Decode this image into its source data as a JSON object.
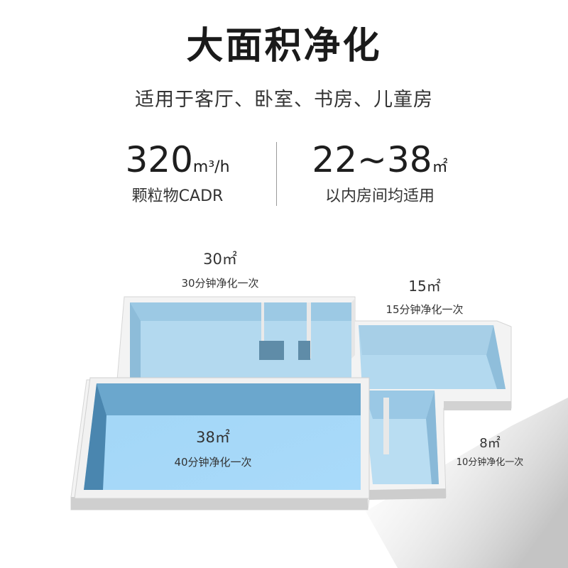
{
  "title": "大面积净化",
  "subtitle": "适用于客厅、卧室、书房、儿童房",
  "stats": [
    {
      "value": "320",
      "unit": "m³/h",
      "label": "颗粒物CADR"
    },
    {
      "value": "22~38",
      "unit": "㎡",
      "label": "以内房间均适用"
    }
  ],
  "rooms": [
    {
      "area": "30㎡",
      "note": "30分钟净化一次"
    },
    {
      "area": "15㎡",
      "note": "15分钟净化一次"
    },
    {
      "area": "38㎡",
      "note": "40分钟净化一次"
    },
    {
      "area": "8㎡",
      "note": "10分钟净化一次"
    }
  ],
  "colors": {
    "wall_top": "#f4f4f4",
    "wall_side": "#c9c9c9",
    "floor_light": "#b4d9ef",
    "floor_main": "#a6d8f7",
    "floor_dark": "#4f8db6"
  }
}
